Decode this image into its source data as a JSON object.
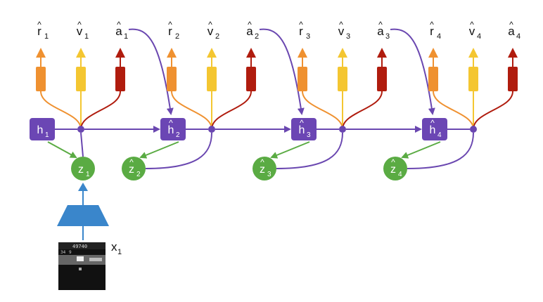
{
  "colors": {
    "reward": "#ef9130",
    "value": "#f4c631",
    "action": "#b01c0e",
    "hidden": "#6b46b4",
    "latent": "#5aab43",
    "encoder": "#3a86cb",
    "edge": "#6a47b0"
  },
  "steps": [
    {
      "reward": {
        "base": "r",
        "hat": "^",
        "sub": "1"
      },
      "value": {
        "base": "v",
        "hat": "^",
        "sub": "1"
      },
      "action": {
        "base": "a",
        "hat": "^",
        "sub": "1"
      },
      "hidden": {
        "base": "h",
        "hat": "",
        "sub": "1"
      },
      "latent": {
        "base": "z",
        "hat": "",
        "sub": "1"
      }
    },
    {
      "reward": {
        "base": "r",
        "hat": "^",
        "sub": "2"
      },
      "value": {
        "base": "v",
        "hat": "^",
        "sub": "2"
      },
      "action": {
        "base": "a",
        "hat": "^",
        "sub": "2"
      },
      "hidden": {
        "base": "h",
        "hat": "^",
        "sub": "2"
      },
      "latent": {
        "base": "z",
        "hat": "^",
        "sub": "2"
      }
    },
    {
      "reward": {
        "base": "r",
        "hat": "^",
        "sub": "3"
      },
      "value": {
        "base": "v",
        "hat": "^",
        "sub": "3"
      },
      "action": {
        "base": "a",
        "hat": "^",
        "sub": "3"
      },
      "hidden": {
        "base": "h",
        "hat": "^",
        "sub": "3"
      },
      "latent": {
        "base": "z",
        "hat": "^",
        "sub": "3"
      }
    },
    {
      "reward": {
        "base": "r",
        "hat": "^",
        "sub": "4"
      },
      "value": {
        "base": "v",
        "hat": "^",
        "sub": "4"
      },
      "action": {
        "base": "a",
        "hat": "^",
        "sub": "4"
      },
      "hidden": {
        "base": "h",
        "hat": "^",
        "sub": "4"
      },
      "latent": {
        "base": "z",
        "hat": "^",
        "sub": "4"
      }
    }
  ],
  "input": {
    "base": "x",
    "sub": "1"
  },
  "game_frame": {
    "score": "49740",
    "lives": "34",
    "level": "9"
  }
}
